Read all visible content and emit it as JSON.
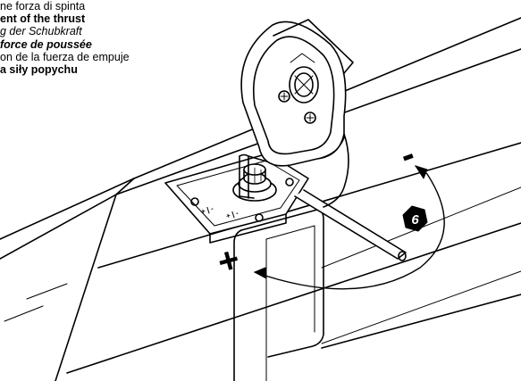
{
  "caption": {
    "line_it": "ne forza di spinta",
    "line_en": "ent of the thrust",
    "line_de": "g der Schubkraft",
    "line_fr": "force de poussée",
    "line_es": "on de la fuerza de empuje",
    "line_pl": "a siły popychu"
  },
  "labels": {
    "minus": "-",
    "plus": "+",
    "step_number": "6",
    "knob_left": "+ | -",
    "knob_right": "+ | -"
  },
  "colors": {
    "line": "#000000",
    "background": "#ffffff",
    "badge": "#000000",
    "badge_text": "#ffffff"
  },
  "icons": {
    "arrow": "curved-arrow-icon",
    "badge": "hexagon-step-badge-icon"
  }
}
